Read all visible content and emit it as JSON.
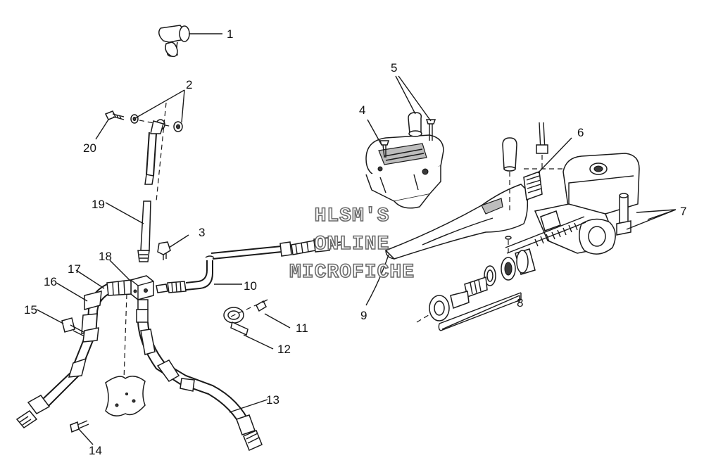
{
  "watermark": {
    "line1": "HLSM'S",
    "line2": "ONLINE",
    "line3": "MICROFICHE"
  },
  "callouts": [
    {
      "id": "1",
      "label": "1"
    },
    {
      "id": "2",
      "label": "2"
    },
    {
      "id": "3",
      "label": "3"
    },
    {
      "id": "4",
      "label": "4"
    },
    {
      "id": "5",
      "label": "5"
    },
    {
      "id": "6",
      "label": "6"
    },
    {
      "id": "7",
      "label": "7"
    },
    {
      "id": "8",
      "label": "8"
    },
    {
      "id": "9",
      "label": "9"
    },
    {
      "id": "10",
      "label": "10"
    },
    {
      "id": "11",
      "label": "11"
    },
    {
      "id": "12",
      "label": "12"
    },
    {
      "id": "13",
      "label": "13"
    },
    {
      "id": "14",
      "label": "14"
    },
    {
      "id": "15",
      "label": "15"
    },
    {
      "id": "16",
      "label": "16"
    },
    {
      "id": "17",
      "label": "17"
    },
    {
      "id": "18",
      "label": "18"
    },
    {
      "id": "19",
      "label": "19"
    },
    {
      "id": "20",
      "label": "20"
    }
  ],
  "colors": {
    "ink": "#1a1a1a",
    "watermark_outline": "#6b6b6b",
    "background": "#ffffff"
  }
}
